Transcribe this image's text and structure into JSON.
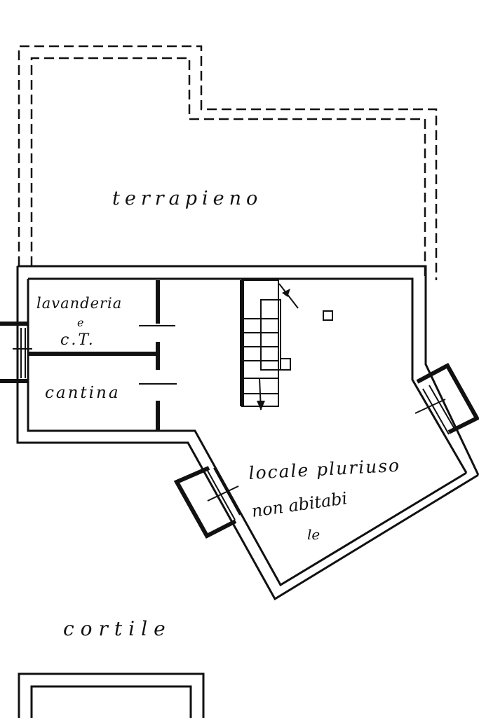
{
  "labels": {
    "terrapieno": "terrapieno",
    "lavanderia": "lavanderia",
    "e": "e",
    "ct": "c.T.",
    "cantina": "cantina",
    "locale_line1": "locale pluriuso",
    "locale_line2": "non abitabi",
    "locale_line3": "le",
    "cortile": "cortile"
  },
  "colors": {
    "ink": "#111111",
    "paper": "#ffffff"
  }
}
